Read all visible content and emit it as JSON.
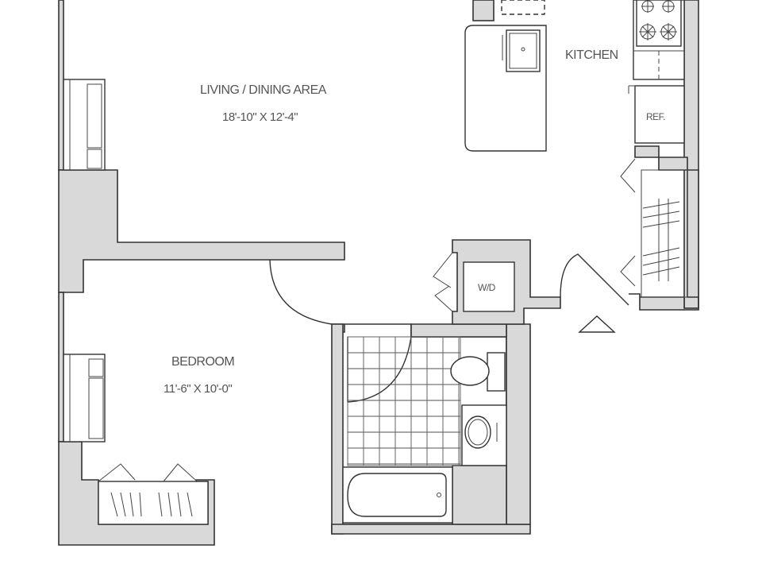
{
  "rooms": {
    "living": {
      "name": "LIVING / DINING AREA",
      "dims": "18'-10\" X 12'-4\""
    },
    "kitchen": {
      "name": "KITCHEN"
    },
    "bedroom": {
      "name": "BEDROOM",
      "dims": "11'-6\" X 10'-0\""
    }
  },
  "fixtures": {
    "refrigerator": "REF.",
    "washer_dryer": "W/D"
  }
}
